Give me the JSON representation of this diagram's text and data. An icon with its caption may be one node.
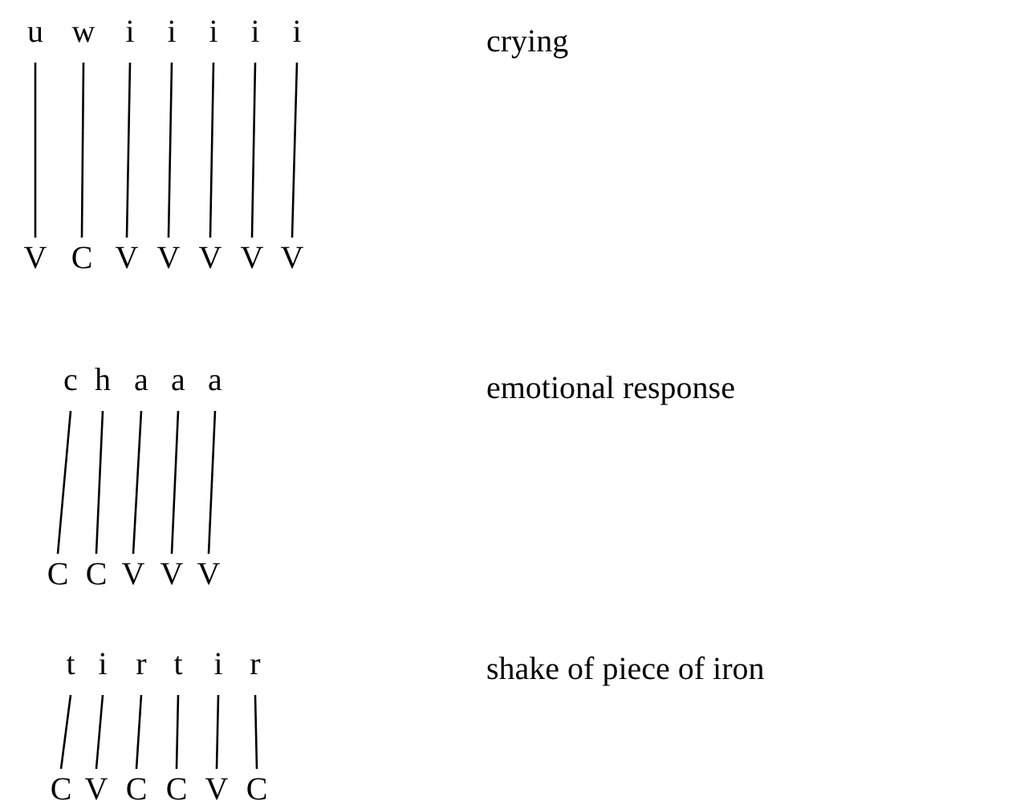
{
  "diagram": {
    "nodes": [
      {
        "text": [
          "u"
        ]
      },
      {
        "text": [
          "w"
        ]
      },
      {
        "text": [
          "i"
        ]
      },
      {
        "text": [
          "i"
        ]
      },
      {
        "text": [
          "i"
        ]
      },
      {
        "text": [
          "i"
        ]
      },
      {
        "text": [
          "i"
        ]
      },
      {
        "text": [
          "V"
        ]
      },
      {
        "text": [
          "C"
        ]
      },
      {
        "text": [
          "V"
        ]
      },
      {
        "text": [
          "V"
        ]
      },
      {
        "text": [
          "V"
        ]
      },
      {
        "text": [
          "V"
        ]
      },
      {
        "text": [
          "V"
        ]
      },
      {
        "text": [
          "c"
        ]
      },
      {
        "text": [
          "h"
        ]
      },
      {
        "text": [
          "a"
        ]
      },
      {
        "text": [
          "a"
        ]
      },
      {
        "text": [
          "a"
        ]
      },
      {
        "text": [
          "C"
        ]
      },
      {
        "text": [
          "C"
        ]
      },
      {
        "text": [
          "V"
        ]
      },
      {
        "text": [
          "V"
        ]
      },
      {
        "text": [
          "V"
        ]
      },
      {
        "text": [
          "t"
        ]
      },
      {
        "text": [
          "i"
        ]
      },
      {
        "text": [
          "r"
        ]
      },
      {
        "text": [
          "t"
        ]
      },
      {
        "text": [
          "i"
        ]
      },
      {
        "text": [
          "r"
        ]
      },
      {
        "text": [
          "C"
        ]
      },
      {
        "text": [
          "V"
        ]
      },
      {
        "text": [
          "C"
        ]
      },
      {
        "text": [
          "C"
        ]
      },
      {
        "text": [
          "V"
        ]
      },
      {
        "text": [
          "C"
        ]
      }
    ],
    "edges": [
      {
        "from": 0,
        "to": 7,
        "arrow": "none"
      },
      {
        "from": 1,
        "to": 8,
        "arrow": "none"
      },
      {
        "from": 2,
        "to": 9,
        "arrow": "none"
      },
      {
        "from": 3,
        "to": 10,
        "arrow": "none"
      },
      {
        "from": 4,
        "to": 11,
        "arrow": "none"
      },
      {
        "from": 5,
        "to": 12,
        "arrow": "none"
      },
      {
        "from": 6,
        "to": 13,
        "arrow": "none"
      },
      {
        "from": 14,
        "to": 19,
        "arrow": "none"
      },
      {
        "from": 15,
        "to": 20,
        "arrow": "none"
      },
      {
        "from": 16,
        "to": 21,
        "arrow": "none"
      },
      {
        "from": 17,
        "to": 22,
        "arrow": "none"
      },
      {
        "from": 18,
        "to": 23,
        "arrow": "none"
      },
      {
        "from": 24,
        "to": 30,
        "arrow": "none"
      },
      {
        "from": 25,
        "to": 31,
        "arrow": "none"
      },
      {
        "from": 26,
        "to": 32,
        "arrow": "none"
      },
      {
        "from": 27,
        "to": 33,
        "arrow": "none"
      },
      {
        "from": 28,
        "to": 34,
        "arrow": "none"
      },
      {
        "from": 29,
        "to": 35,
        "arrow": "none"
      }
    ],
    "labels": [
      "crying",
      "emotional response",
      "shake of piece of iron"
    ]
  }
}
